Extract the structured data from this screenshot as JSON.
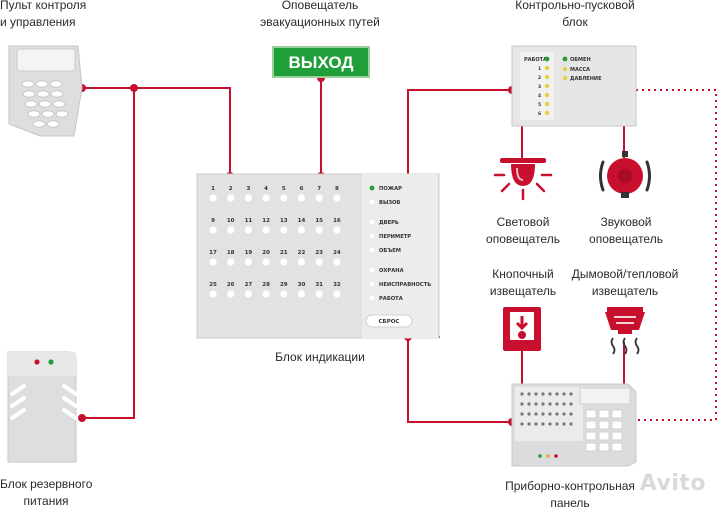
{
  "labels": {
    "control_panel": [
      "Пульт контроля",
      "и управления"
    ],
    "evac_sign": [
      "Оповещатель",
      "эвакуационных путей"
    ],
    "launch_block": [
      "Контрольно-пусковой",
      "блок"
    ],
    "light_alarm": [
      "Световой",
      "оповещатель"
    ],
    "sound_alarm": [
      "Звуковой",
      "оповещатель"
    ],
    "button_detector": [
      "Кнопочный",
      "извещатель"
    ],
    "smoke_detector": [
      "Дымовой/тепловой",
      "извещатель"
    ],
    "indication_block": "Блок индикации",
    "backup_power": [
      "Блок резервного",
      "питания"
    ],
    "control_device": [
      "Приборно-контрольная",
      "панель"
    ]
  },
  "exit_sign": "ВЫХОД",
  "indication_panel": {
    "zones": [
      [
        "1",
        "2",
        "3",
        "4",
        "5",
        "6",
        "7",
        "8"
      ],
      [
        "9",
        "10",
        "11",
        "12",
        "13",
        "14",
        "15",
        "16"
      ],
      [
        "17",
        "18",
        "19",
        "20",
        "21",
        "22",
        "23",
        "24"
      ],
      [
        "25",
        "26",
        "27",
        "28",
        "29",
        "30",
        "31",
        "32"
      ]
    ],
    "indicators": [
      "ПОЖАР",
      "ВЫЗОВ",
      "ДВЕРЬ",
      "ПЕРИМЕТР",
      "ОБЪЕМ",
      "ОХРАНА",
      "НЕИСПРАВНОСТЬ",
      "РАБОТА"
    ],
    "reset_button": "СБРОС"
  },
  "launch_panel": {
    "work_label": "РАБОТА",
    "rows": [
      "1",
      "2",
      "3",
      "4",
      "5",
      "6"
    ],
    "status": [
      "ОБМЕН",
      "МАССА",
      "ДАВЛЕНИЕ"
    ]
  },
  "watermark": "Avito",
  "colors": {
    "wire": "#c8102e",
    "device": "#dcdcdc",
    "accent_green": "#1f9e3a",
    "led_yellow": "#e8d23a"
  }
}
